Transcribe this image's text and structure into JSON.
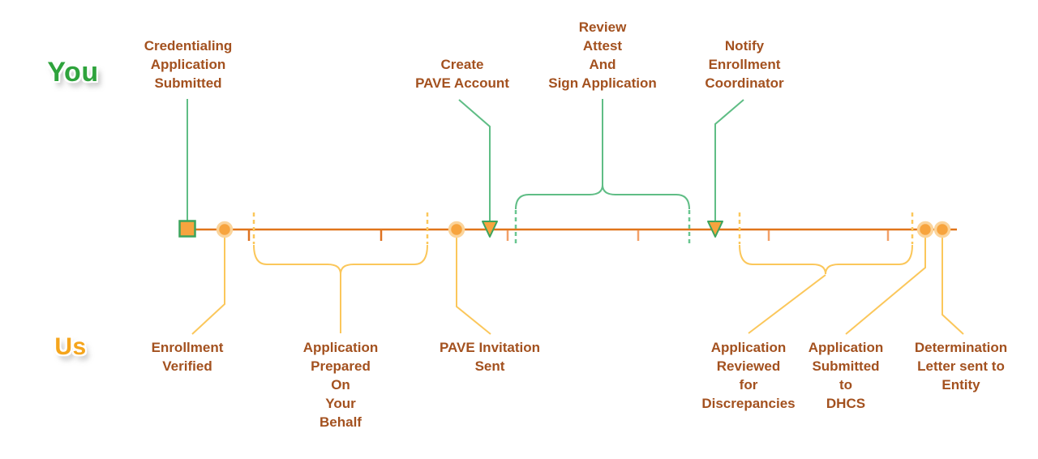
{
  "actors": {
    "you": "You",
    "us": "Us"
  },
  "timeline": {
    "you_events": [
      {
        "label": "Credentialing\nApplication\nSubmitted",
        "marker": "square"
      },
      {
        "label": "Create\nPAVE Account",
        "marker": "arrow"
      },
      {
        "label": "Review\nAttest\nAnd\nSign Application",
        "marker": "brace"
      },
      {
        "label": "Notify\nEnrollment\nCoordinator",
        "marker": "arrow"
      }
    ],
    "us_events": [
      {
        "label": "Enrollment\nVerified",
        "marker": "circle"
      },
      {
        "label": "Application\nPrepared\nOn\nYour\nBehalf",
        "marker": "brace"
      },
      {
        "label": "PAVE Invitation\nSent",
        "marker": "circle"
      },
      {
        "label": "Application\nReviewed\nfor\nDiscrepancies",
        "marker": "brace"
      },
      {
        "label": "Application\nSubmitted\nto\nDHCS",
        "marker": "circle"
      },
      {
        "label": "Determination\nLetter sent to\nEntity",
        "marker": "circle"
      }
    ]
  },
  "colors": {
    "you_green": "#2EA33C",
    "us_yellow": "#F5A51C",
    "label_brown": "#A3511F",
    "timeline_orange": "#E0751A",
    "tick_dark": "#DE7221",
    "tick_light": "#F2A068",
    "connector_yellow": "#FBC75B",
    "connector_green": "#5FBD85",
    "green_dash": "#69C690",
    "marker_fill_orange": "#F7A43E",
    "marker_halo": "#FBD49B",
    "marker_border_green": "#3CA45C"
  }
}
